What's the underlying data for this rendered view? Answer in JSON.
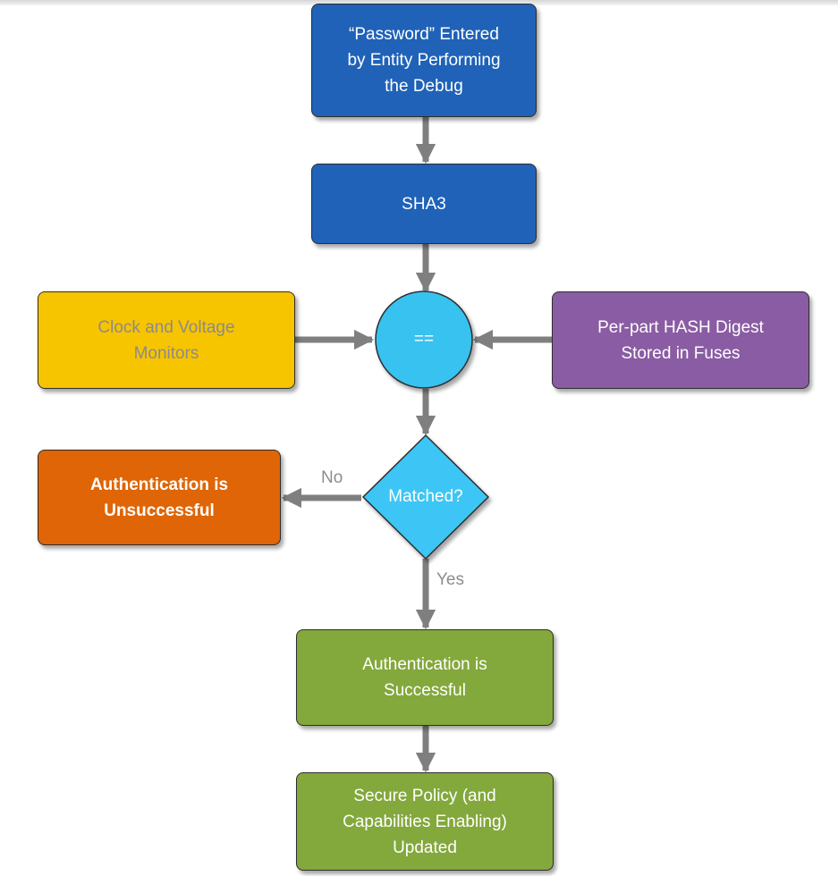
{
  "nodes": {
    "password": "“Password” Entered\nby Entity Performing\nthe Debug",
    "sha3": "SHA3",
    "compare": "==",
    "monitors": "Clock and Voltage\nMonitors",
    "digest": "Per-part HASH Digest\nStored in Fuses",
    "matched": "Matched?",
    "fail": "Authentication is\nUnsuccessful",
    "success": "Authentication is\nSuccessful",
    "policy": "Secure Policy (and\nCapabilities Enabling)\nUpdated"
  },
  "edges": {
    "no_label": "No",
    "yes_label": "Yes"
  },
  "colors": {
    "blue": "#1f62b8",
    "yellow": "#f7c400",
    "purple": "#8a5ca3",
    "orange": "#df6506",
    "green": "#83a83c",
    "circle": "#38c2f0",
    "diamond": "#3ec6f5",
    "arrow": "#7f7f7f"
  }
}
